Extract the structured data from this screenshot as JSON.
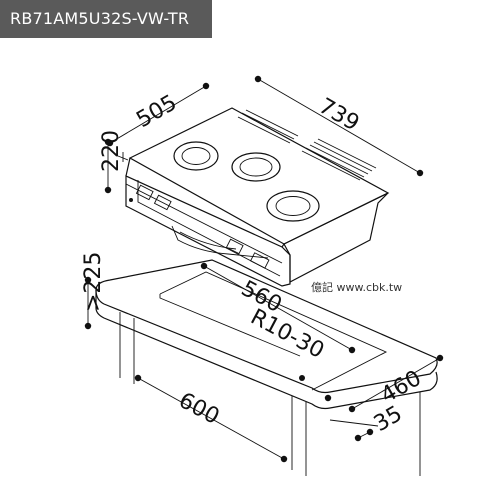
{
  "header": {
    "model": "RB71AM5U32S-VW-TR"
  },
  "dimensions": {
    "depth": "505",
    "width": "739",
    "height": "220",
    "cutout_width": "560",
    "radius": "R10-30",
    "counter_min": ">225",
    "cutout_depth": "460",
    "counter_width": "600",
    "margin": "35"
  },
  "watermark": "億記 www.cbk.tw"
}
